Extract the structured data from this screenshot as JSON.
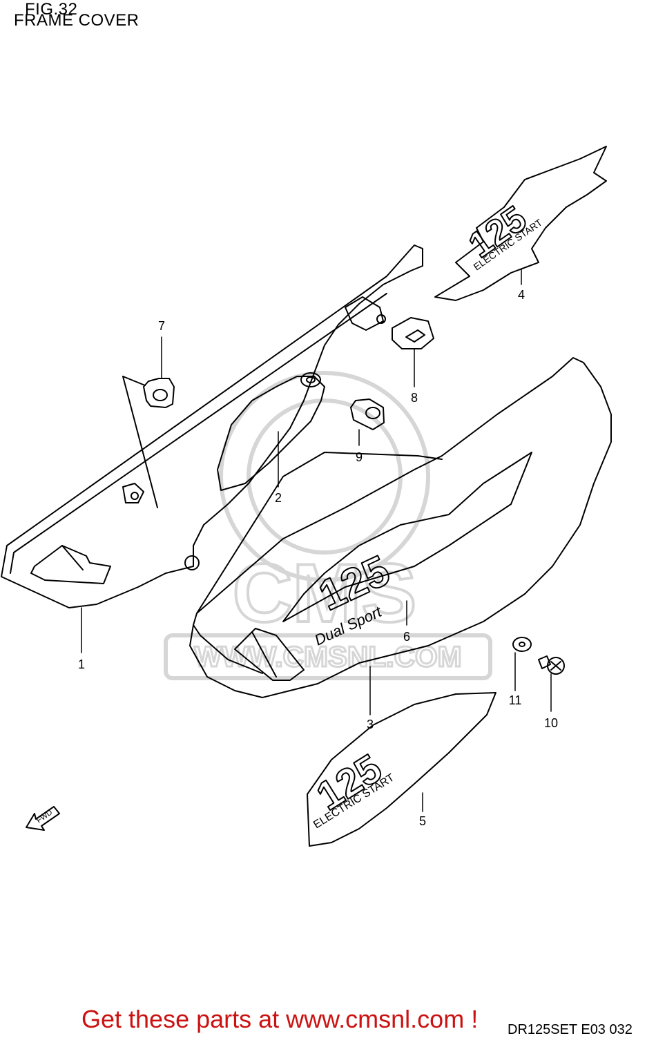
{
  "header": {
    "figure": "FIG.32",
    "subtitle": "FRAME COVER"
  },
  "decals": {
    "rear_decal_number": "125",
    "rear_decal_text": "ELECTRIC START",
    "cover_number": "125",
    "cover_script": "Dual Sport",
    "lower_decal_number": "125",
    "lower_decal_text": "ELECTRIC START",
    "fwd_arrow": "FWD"
  },
  "watermark": {
    "text": "WWW.CMSNL.COM",
    "logo": "CMS"
  },
  "callouts": [
    {
      "label": "1"
    },
    {
      "label": "2"
    },
    {
      "label": "3"
    },
    {
      "label": "4"
    },
    {
      "label": "5"
    },
    {
      "label": "6"
    },
    {
      "label": "7"
    },
    {
      "label": "8"
    },
    {
      "label": "9"
    },
    {
      "label": "10"
    },
    {
      "label": "11"
    }
  ],
  "footer": {
    "text": "Get these parts at www.cmsnl.com !",
    "code": "DR125SET E03  032"
  },
  "colors": {
    "line": "#000000",
    "footer": "#cc1111",
    "watermark": "#d6d6d6"
  }
}
